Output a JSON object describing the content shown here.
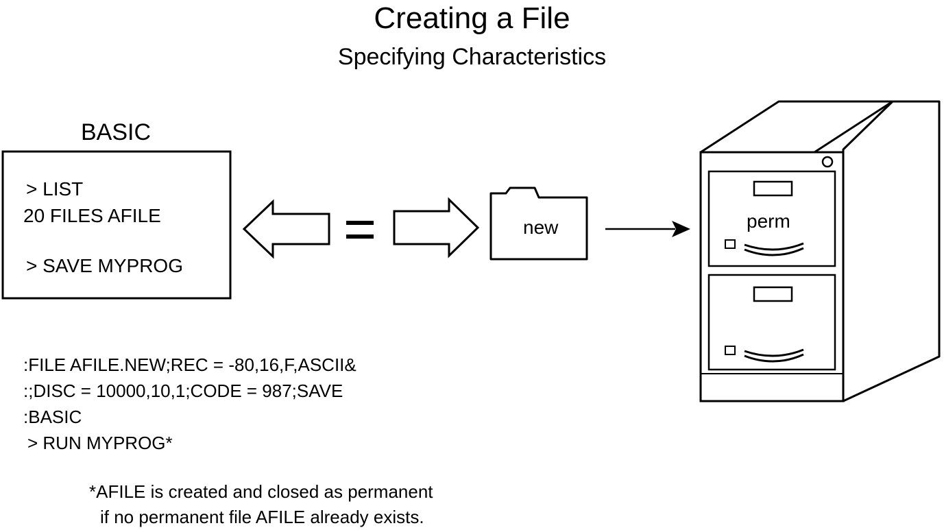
{
  "title": "Creating a File",
  "subtitle": "Specifying Characteristics",
  "basic_box": {
    "label": "BASIC",
    "lines": [
      "> LIST",
      "20 FILES AFILE",
      "> SAVE MYPROG"
    ]
  },
  "equals_sign": "=",
  "folder_label": "new",
  "cabinet_label": "perm",
  "commands": [
    ":FILE AFILE.NEW;REC = -80,16,F,ASCII&",
    ":;DISC = 10000,10,1;CODE = 987;SAVE",
    ":BASIC",
    "> RUN MYPROG*"
  ],
  "footnote": [
    "*AFILE is created and closed as permanent",
    "if no permanent file AFILE already exists."
  ]
}
